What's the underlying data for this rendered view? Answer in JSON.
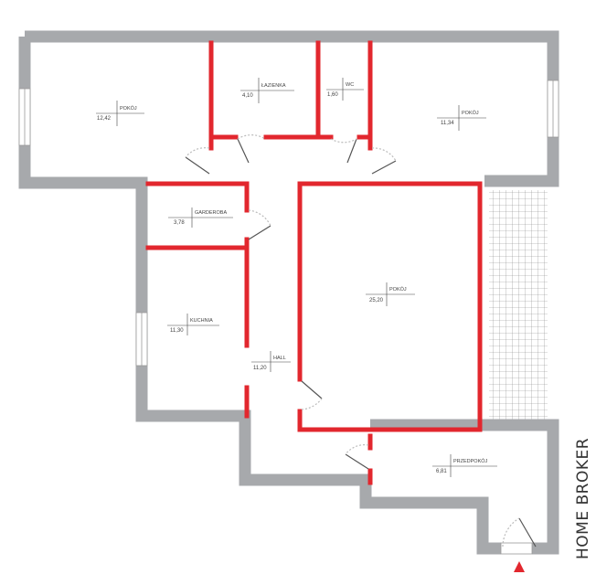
{
  "brand": "HOME BROKER",
  "colors": {
    "wall": "#a7a9ac",
    "partition": "#e2272e",
    "entrance": "#e2272e"
  },
  "rooms": [
    {
      "name": "POKÓJ",
      "area": "12,42"
    },
    {
      "name": "ŁAZIENKA",
      "area": "4,10"
    },
    {
      "name": "WC",
      "area": "1,60"
    },
    {
      "name": "POKÓJ",
      "area": "11,34"
    },
    {
      "name": "GARDEROBA",
      "area": "3,78"
    },
    {
      "name": "POKÓJ",
      "area": "25,20"
    },
    {
      "name": "KUCHNIA",
      "area": "11,30"
    },
    {
      "name": "HALL",
      "area": "11,20"
    },
    {
      "name": "PRZEDPOKÓJ",
      "area": "6,81"
    }
  ]
}
